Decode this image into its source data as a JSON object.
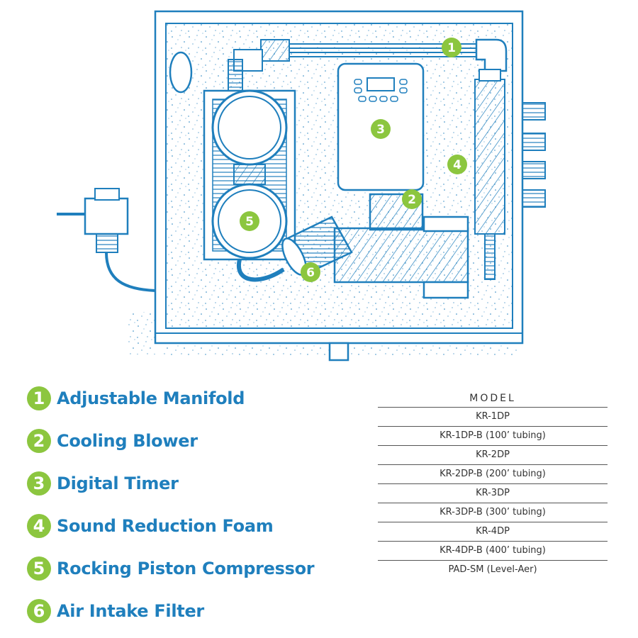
{
  "colors": {
    "line": "#1f7fbd",
    "badge": "#8cc63f",
    "heading": "#1f7fbd",
    "table_text": "#333333"
  },
  "diagram": {
    "callouts": [
      "1",
      "2",
      "3",
      "4",
      "5",
      "6"
    ]
  },
  "legend": {
    "items": [
      {
        "num": "1",
        "label": "Adjustable Manifold"
      },
      {
        "num": "2",
        "label": "Cooling Blower"
      },
      {
        "num": "3",
        "label": "Digital Timer"
      },
      {
        "num": "4",
        "label": "Sound Reduction Foam"
      },
      {
        "num": "5",
        "label": "Rocking Piston Compressor"
      },
      {
        "num": "6",
        "label": "Air Intake Filter"
      }
    ]
  },
  "model_table": {
    "header": "MODEL",
    "rows": [
      "KR-1DP",
      "KR-1DP-B  (100’ tubing)",
      "KR-2DP",
      "KR-2DP-B  (200’ tubing)",
      "KR-3DP",
      "KR-3DP-B  (300’ tubing)",
      "KR-4DP",
      "KR-4DP-B  (400’ tubing)",
      "PAD-SM  (Level-Aer)"
    ]
  }
}
